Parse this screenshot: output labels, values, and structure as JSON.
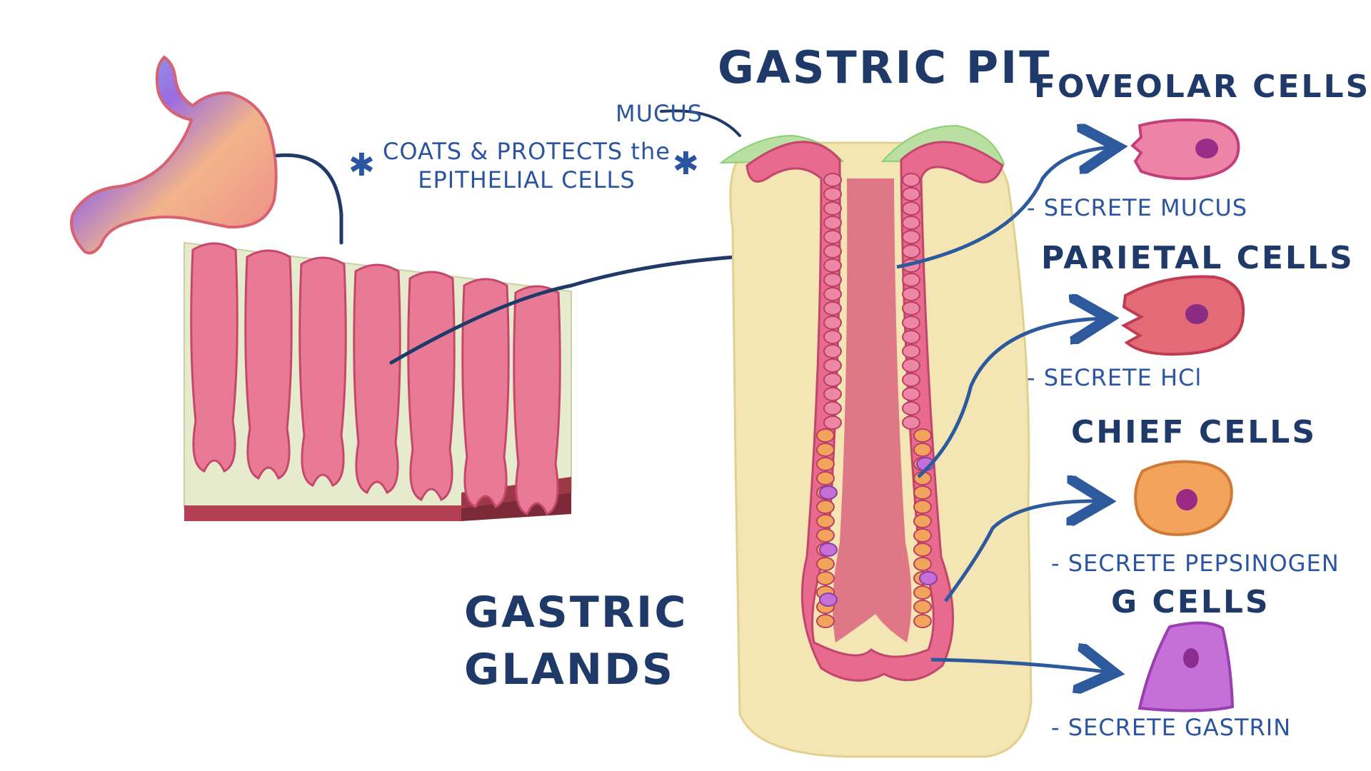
{
  "labels": {
    "gastric_pit": "GASTRIC PIT",
    "gastric_glands_line1": "GASTRIC",
    "gastric_glands_line2": "GLANDS",
    "mucus": "MUCUS",
    "coats_line1": "COATS & PROTECTS the",
    "coats_line2": "EPITHELIAL CELLS",
    "star": "✱"
  },
  "cells": [
    {
      "name": "FOVEOLAR CELLS",
      "function": "- SECRETE MUCUS",
      "color": "#e86aa0",
      "nucleus": "#9b2d8a"
    },
    {
      "name": "PARIETAL CELLS",
      "function": "- SECRETE HCl",
      "color": "#e0566a",
      "nucleus": "#8a2c84"
    },
    {
      "name": "CHIEF CELLS",
      "function": "- SECRETE PEPSINOGEN",
      "color": "#f0a055",
      "nucleus": "#9a2a84"
    },
    {
      "name": "G CELLS",
      "function": "- SECRETE GASTRIN",
      "color": "#c66ad8",
      "nucleus": "#8a2c90"
    }
  ],
  "colors": {
    "ink": "#1f3a68",
    "arrow": "#2d5a9c",
    "mucosa": "#d9547a",
    "lamina": "#f3e6b4",
    "mucus_layer": "#b9dfa2"
  }
}
